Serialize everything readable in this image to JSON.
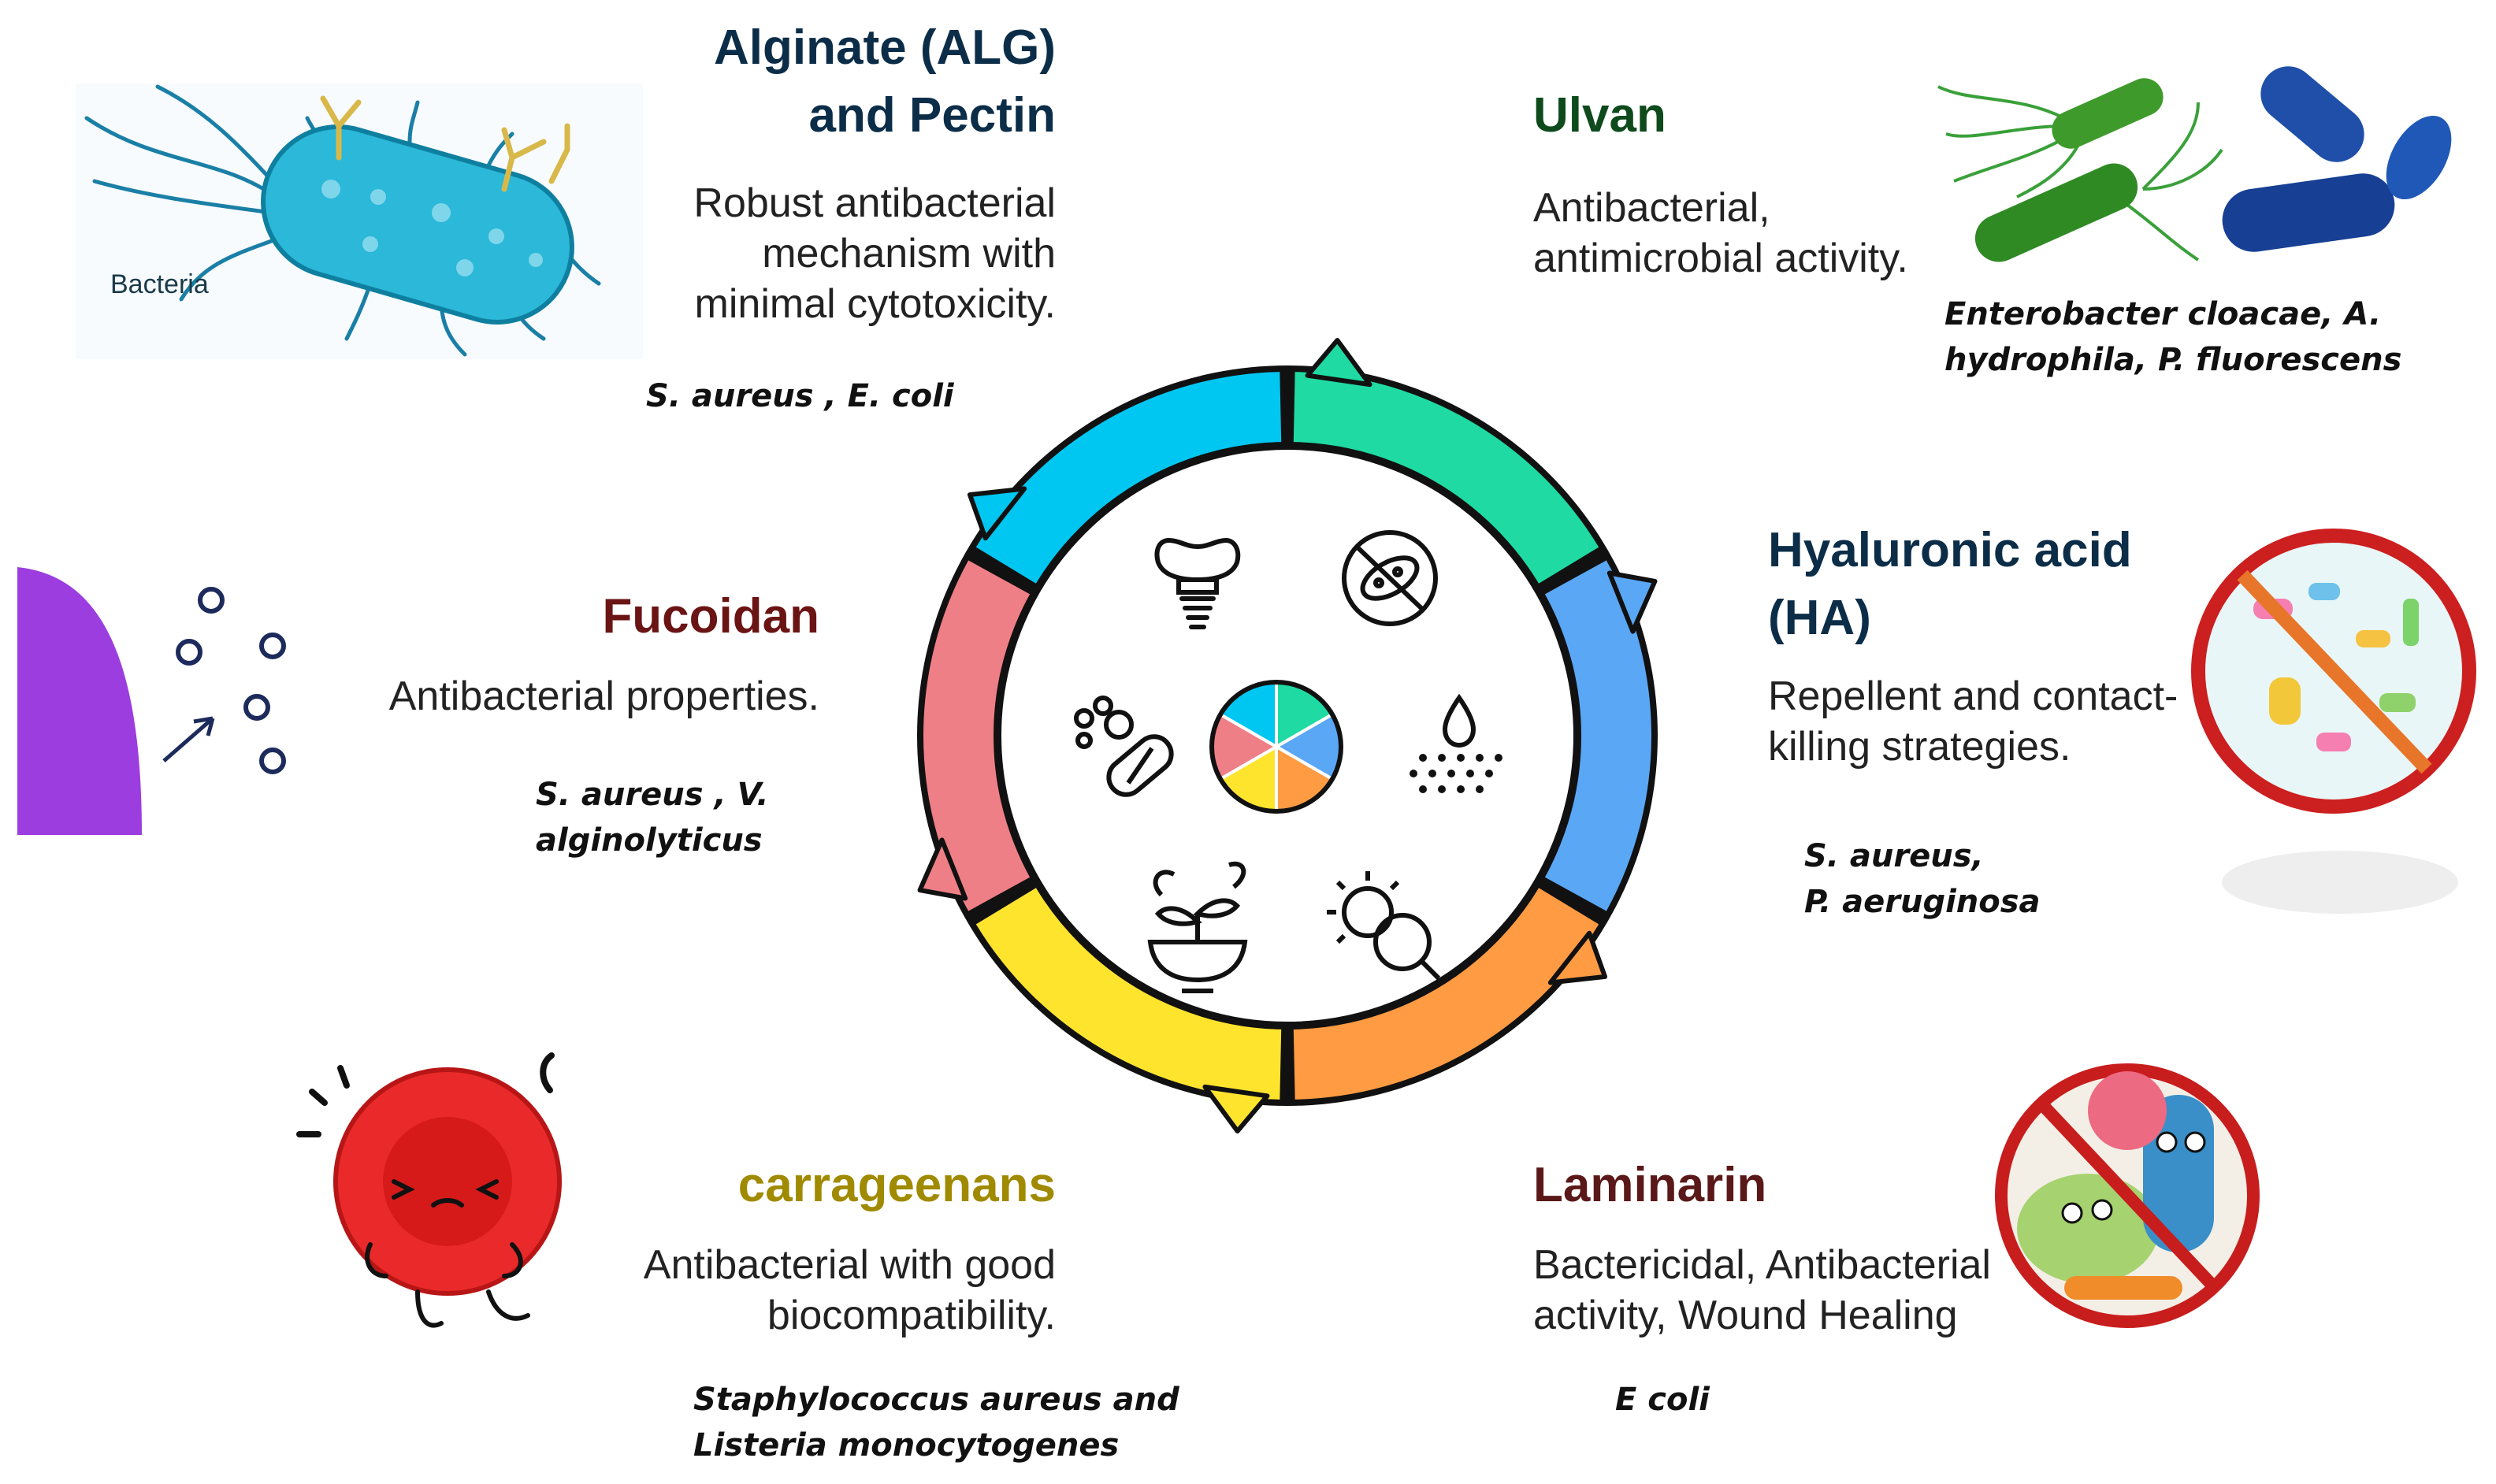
{
  "center": {
    "ring_colors": [
      "#00c7f2",
      "#1fdba3",
      "#5aa7f5",
      "#ff9b42",
      "#ffe42e",
      "#ef7f86"
    ],
    "inner_pie_colors": [
      "#1fdba3",
      "#5aa7f5",
      "#ff9b42",
      "#ffe42e",
      "#ef7f86",
      "#00c7f2"
    ],
    "icons": [
      "dental-implant-icon",
      "bacteria-prohibited-icon",
      "spray-droplet-icon",
      "bacteria-magnifier-icon",
      "sprout-bowl-icon",
      "pills-icon"
    ]
  },
  "sections": {
    "alginate": {
      "title_lines": [
        "Alginate (ALG)",
        "and Pectin"
      ],
      "title_color": "#0c2d48",
      "desc_lines": [
        "Robust antibacterial",
        "mechanism with",
        "minimal cytotoxicity."
      ],
      "species_lines": [
        "S. aureus , E. coli"
      ]
    },
    "ulvan": {
      "title_lines": [
        "Ulvan"
      ],
      "title_color": "#0e4a1c",
      "desc_lines": [
        "Antibacterial,",
        "antimicrobial activity."
      ],
      "species_lines": [
        "Enterobacter cloacae, A.",
        "hydrophila, P. fluorescens"
      ]
    },
    "fucoidan": {
      "title_lines": [
        "Fucoidan"
      ],
      "title_color": "#6b1414",
      "desc_lines": [
        "Antibacterial properties."
      ],
      "species_lines": [
        "S. aureus , V.",
        "alginolyticus"
      ]
    },
    "hyaluronic": {
      "title_lines": [
        "Hyaluronic acid",
        "(HA)"
      ],
      "title_color": "#0c2d48",
      "desc_lines": [
        "Repellent and contact-",
        "killing strategies."
      ],
      "species_lines": [
        "S. aureus,",
        "P. aeruginosa"
      ]
    },
    "carrageenans": {
      "title_lines": [
        "carrageenans"
      ],
      "title_color": "#a08a00",
      "desc_lines": [
        "Antibacterial with good",
        "biocompatibility."
      ],
      "species_lines": [
        "Staphylococcus aureus and",
        "Listeria monocytogenes"
      ]
    },
    "laminarin": {
      "title_lines": [
        "Laminarin"
      ],
      "title_color": "#5a1818",
      "desc_lines": [
        "Bactericidal, Antibacterial",
        "activity, Wound Healing"
      ],
      "species_lines": [
        "E coli"
      ]
    }
  },
  "illustrations": {
    "bacteria_label": "Bacteria"
  }
}
